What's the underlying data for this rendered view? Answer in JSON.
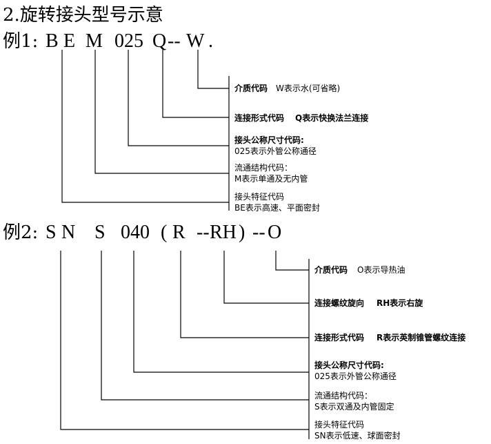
{
  "title": "2.旋转接头型号示意",
  "examples": [
    {
      "prefix": "例1:",
      "codes": [
        "B",
        "E",
        "M",
        "025",
        "Q",
        "--",
        "W",
        "."
      ],
      "rows": [
        {
          "label": "介质代码",
          "desc": "W表示水(可省略)"
        },
        {
          "label": "连接形式代码",
          "desc": "Q表示快换法兰连接"
        },
        {
          "label": "接头公称尺寸代码:",
          "desc": "025表示外管公称通径"
        },
        {
          "label": "流通结构代码：",
          "desc": "M表示单通及无内管"
        },
        {
          "label": "接头特征代码",
          "desc": "BE表示高速、平面密封"
        }
      ]
    },
    {
      "prefix": "例2:",
      "codes": [
        "S",
        "N",
        "S",
        "040",
        "(",
        "R",
        "--",
        "RH",
        ")",
        "--",
        "O"
      ],
      "rows": [
        {
          "label": "介质代码",
          "desc": "O表示导热油"
        },
        {
          "label": "连接螺纹旋向",
          "desc": "RH表示右旋"
        },
        {
          "label": "连接形式代码",
          "desc": "R表示英制锥管螺纹连接"
        },
        {
          "label": "接头公称尺寸代码:",
          "desc": "025表示外管公称通径"
        },
        {
          "label": "流通结构代码：",
          "desc": "S表示双通及内管固定"
        },
        {
          "label": "接头特征代码",
          "desc": "SN表示低速、球面密封"
        }
      ]
    }
  ]
}
